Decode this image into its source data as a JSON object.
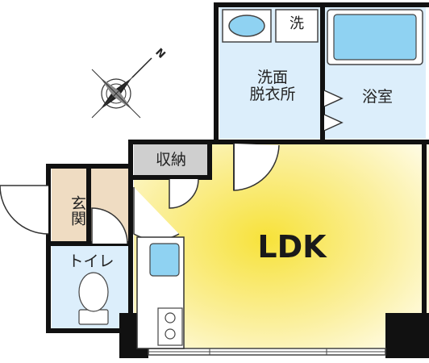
{
  "rooms": {
    "washroom": "洗面\n脱衣所",
    "bath": "浴室",
    "storage": "収納",
    "entrance": "玄関",
    "toilet": "トイレ",
    "ldk": "LDK"
  },
  "fixtures": {
    "washer": "洗"
  },
  "compass": {
    "north": "N"
  },
  "colors": {
    "wall": "#111111",
    "wet_area": "#dceefb",
    "storage_fill": "#cfcfcf",
    "entrance_fill": "#efdcc2",
    "ldk_center": "#f7e23a",
    "ldk_edge": "#fffce8",
    "fixture_blue": "#8fd2f2"
  }
}
